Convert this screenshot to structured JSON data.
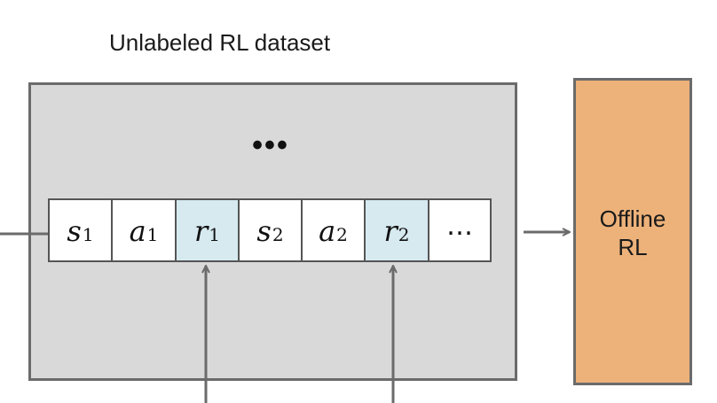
{
  "title": "Unlabeled RL dataset",
  "ellipsis_top": "•••",
  "sequence": [
    {
      "var": "s",
      "sub": "1",
      "kind": "state"
    },
    {
      "var": "a",
      "sub": "1",
      "kind": "action"
    },
    {
      "var": "r",
      "sub": "1",
      "kind": "reward"
    },
    {
      "var": "s",
      "sub": "2",
      "kind": "state"
    },
    {
      "var": "a",
      "sub": "2",
      "kind": "action"
    },
    {
      "var": "r",
      "sub": "2",
      "kind": "reward"
    },
    {
      "var": "…",
      "sub": "",
      "kind": "more"
    }
  ],
  "offline_rl": {
    "line1": "Offline",
    "line2": "RL"
  },
  "colors": {
    "dataset_fill": "#d9d9d9",
    "reward_cell_fill": "#d6eaf0",
    "offline_rl_fill": "#edb27a",
    "border": "#6b6b6b"
  }
}
